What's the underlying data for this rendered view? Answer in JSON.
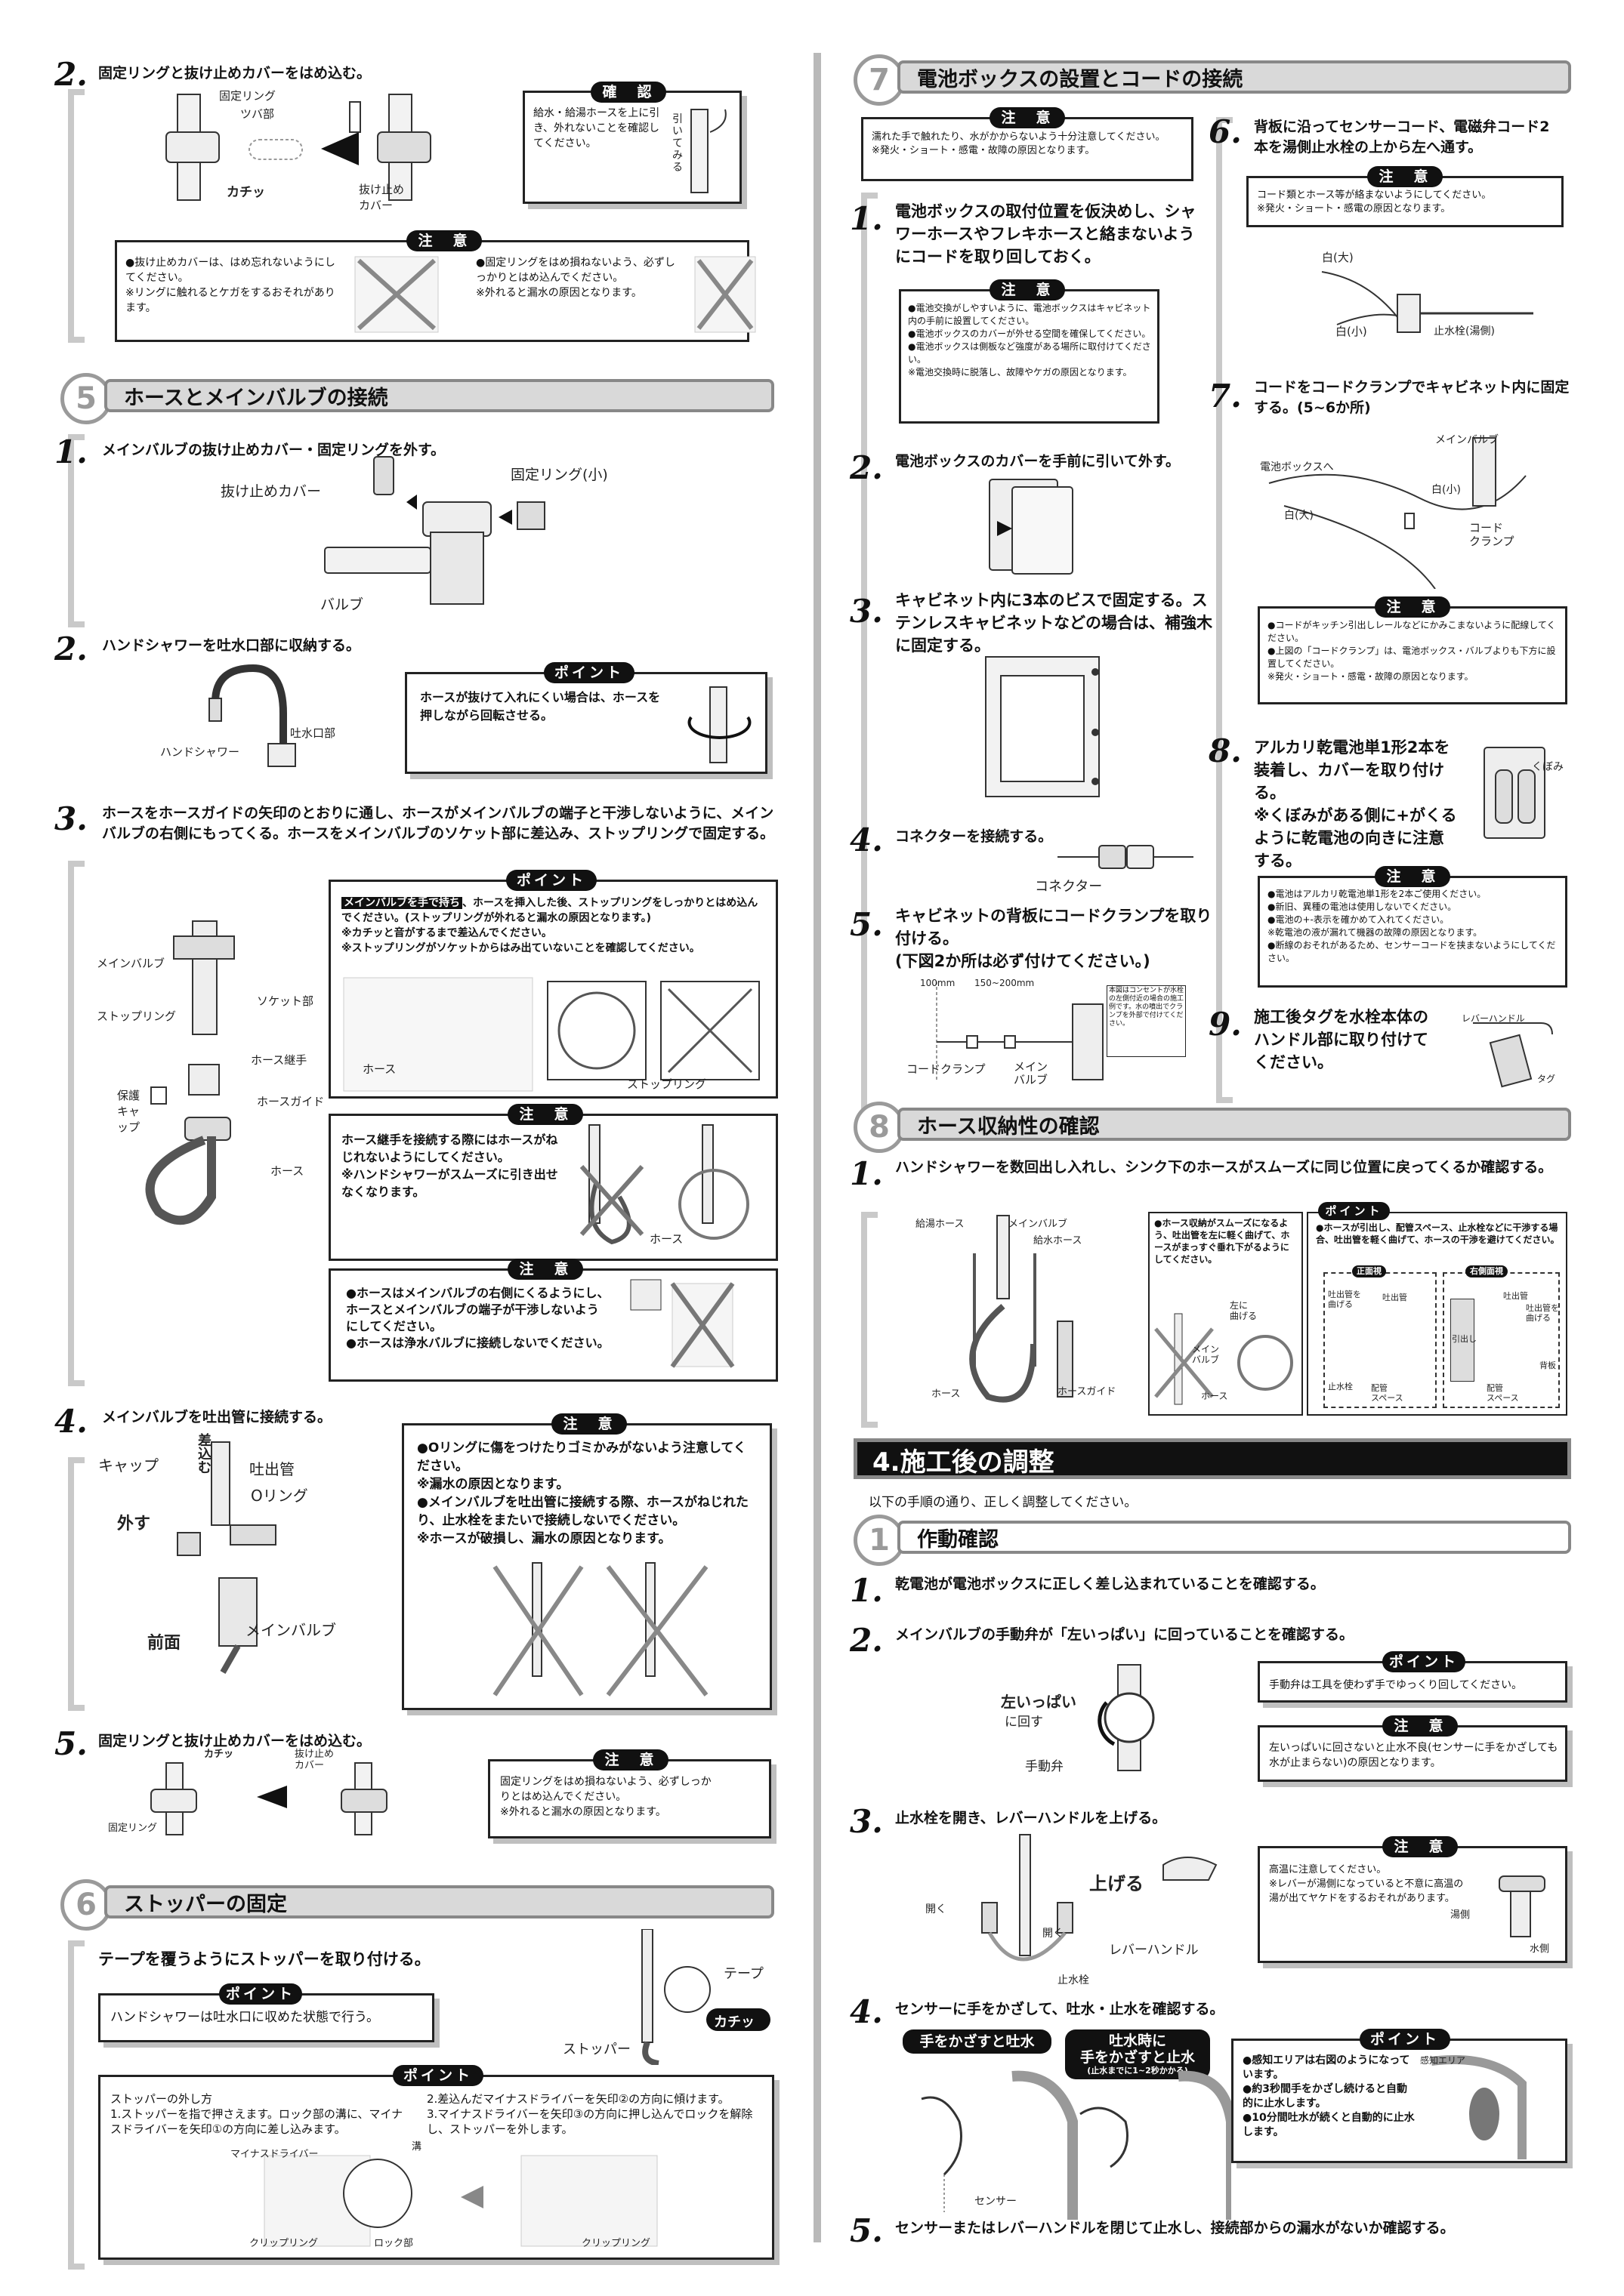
{
  "left": {
    "step_top": {
      "num": "2.",
      "text": "固定リングと抜け止めカバーをはめ込む。",
      "labels": {
        "ring": "固定リング",
        "tsuba": "ツバ部",
        "kachi": "カチッ",
        "cover": "抜け止め\nカバー"
      },
      "confirm_tag": "確　認",
      "confirm_text": "給水・給湯ホースを上に引き、外れないことを確認してください。",
      "pull_label": "引いてみる",
      "caution_tag": "注　意",
      "caution_a": "●抜け止めカバーは、はめ忘れないようにしてください。\n※リングに触れるとケガをするおそれがあります。",
      "caution_b": "●固定リングをはめ損ねないよう、必ずしっかりとはめ込んでください。\n※外れると漏水の原因となります。"
    },
    "sec5": {
      "num": "5",
      "title": "ホースとメインバルブの接続",
      "s1": {
        "num": "1.",
        "text": "メインバルブの抜け止めカバー・固定リングを外す。",
        "l1": "抜け止めカバー",
        "l2": "固定リング(小)",
        "l3": "バルブ"
      },
      "s2": {
        "num": "2.",
        "text": "ハンドシャワーを吐水口部に収納する。",
        "l1": "吐水口部",
        "l2": "ハンドシャワー",
        "point_tag": "ポイント",
        "point_text": "ホースが抜けて入れにくい場合は、ホースを押しながら回転させる。"
      },
      "s3": {
        "num": "3.",
        "text": "ホースをホースガイドの矢印のとおりに通し、ホースがメインバルブの端子と干渉しないように、メインバルブの右側にもってくる。ホースをメインバルブのソケット部に差込み、ストップリングで固定する。",
        "point_tag": "ポイント",
        "point_hl": "メインバルブを手で持ち",
        "point_text": "、ホースを挿入した後、ストップリングをしっかりとはめ込んでください。(ストップリングが外れると漏水の原因となります。)\n※カチッと音がするまで差込んでください。\n※ストップリングがソケットからはみ出ていないことを確認してください。",
        "labels": [
          "メインバルブ",
          "ソケット部",
          "ストップリング",
          "ホース継手",
          "保護キャップ",
          "ホースガイド",
          "ホース",
          "ホース",
          "ストップリング"
        ],
        "caution1_tag": "注　意",
        "caution1_text": "ホース継手を接続する際にはホースがねじれないようにしてください。\n※ハンドシャワーがスムーズに引き出せなくなります。",
        "caution1_hose": "ホース",
        "caution2_tag": "注　意",
        "caution2_text": "●ホースはメインバルブの右側にくるようにし、ホースとメインバルブの端子が干渉しないようにしてください。\n●ホースは浄水バルブに接続しないでください。"
      },
      "s4": {
        "num": "4.",
        "text": "メインバルブを吐出管に接続する。",
        "labels": {
          "cap": "キャップ",
          "insert": "差\n込\nむ",
          "pipe": "吐出管",
          "oring": "Oリング",
          "remove": "外す",
          "front": "前面",
          "valve": "メインバルブ"
        },
        "caution_tag": "注　意",
        "caution_text": "●Oリングに傷をつけたりゴミかみがないよう注意してください。\n※漏水の原因となります。\n●メインバルブを吐出管に接続する際、ホースがねじれたり、止水栓をまたいで接続しないでください。\n※ホースが破損し、漏水の原因となります。"
      },
      "s5": {
        "num": "5.",
        "text": "固定リングと抜け止めカバーをはめ込む。",
        "labels": {
          "kachi": "カチッ",
          "cover": "抜け止め\nカバー",
          "ring": "固定リング"
        },
        "confirm_tag": "注　意",
        "confirm_text": "固定リングをはめ損ねないよう、必ずしっかりとはめ込んでください。\n※外れると漏水の原因となります。"
      }
    },
    "sec6": {
      "num": "6",
      "title": "ストッパーの固定",
      "text": "テープを覆うようにストッパーを取り付ける。",
      "point1_tag": "ポイント",
      "point1_text": "ハンドシャワーは吐水口に収めた状態で行う。",
      "labels": {
        "tape": "テープ",
        "stopper": "ストッパー",
        "kachi": "カチッ"
      },
      "point2_tag": "ポイント",
      "point2_left": "ストッパーの外し方\n1.ストッパーを指で押さえます。ロック部の溝に、マイナスドライバーを矢印①の方向に差し込みます。",
      "point2_right": "2.差込んだマイナスドライバーを矢印②の方向に傾けます。\n3.マイナスドライバーを矢印③の方向に押し込んでロックを解除し、ストッパーを外します。",
      "p2labels": {
        "driver": "マイナスドライバー",
        "clip1": "クリップリング",
        "lock": "ロック部",
        "clip2": "クリップリング",
        "groove": "溝"
      }
    }
  },
  "right": {
    "sec7": {
      "num": "7",
      "title": "電池ボックスの設置とコードの接続",
      "caution_tag": "注　意",
      "caution_text": "濡れた手で触れたり、水がかからないよう十分注意してください。\n※発火・ショート・感電・故障の原因となります。",
      "s1": {
        "num": "1.",
        "text": "電池ボックスの取付位置を仮決めし、シャワーホースやフレキホースと絡まないようにコードを取り回しておく。",
        "caution_tag": "注　意",
        "caution_text": "●電池交換がしやすいように、電池ボックスはキャビネット内の手前に設置してください。\n●電池ボックスのカバーが外せる空間を確保してください。\n●電池ボックスは側板など強度がある場所に取付けてください。\n※電池交換時に脱落し、故障やケガの原因となります。"
      },
      "s2": {
        "num": "2.",
        "text": "電池ボックスのカバーを手前に引いて外す。"
      },
      "s3": {
        "num": "3.",
        "text": "キャビネット内に3本のビスで固定する。ステンレスキャビネットなどの場合は、補強木に固定する。"
      },
      "s4": {
        "num": "4.",
        "text": "コネクターを接続する。",
        "label": "コネクター"
      },
      "s5": {
        "num": "5.",
        "text": "キャビネットの背板にコードクランプを取り付ける。\n(下図2か所は必ず付けてください。)",
        "dims": [
          "100mm",
          "150~200mm"
        ],
        "labels": {
          "clamp": "コードクランプ",
          "valve": "メイン\nバルブ"
        },
        "note": "本図はコンセントが水栓の左側付近の場合の施工例です。水の噴出でクランプを外部で付けてください。"
      },
      "s6": {
        "num": "6.",
        "text": "背板に沿ってセンサーコード、電磁弁コード2本を湯側止水栓の上から左へ通す。",
        "caution_tag": "注　意",
        "caution_text": "コード類とホース等が絡まないようにしてください。\n※発火・ショート・感電の原因となります。",
        "labels": {
          "big": "白(大)",
          "small": "白(小)",
          "stop": "止水栓(湯側)"
        }
      },
      "s7": {
        "num": "7.",
        "text": "コードをコードクランプでキャビネット内に固定する。(5~6か所)",
        "labels": {
          "valve": "メインバルブ",
          "box": "電池ボックスへ",
          "small": "白(小)",
          "big": "白(大)",
          "clamp": "コード\nクランプ"
        },
        "caution_tag": "注　意",
        "caution_text": "●コードがキッチン引出しレールなどにかみこまないように配線してください。\n●上図の「コードクランプ」は、電池ボックス・バルブよりも下方に設置してください。\n※発火・ショート・感電・故障の原因となります。"
      },
      "s8": {
        "num": "8.",
        "text": "アルカリ乾電池単1形2本を装着し、カバーを取り付ける。\n※くぼみがある側に+がくるように乾電池の向きに注意する。",
        "label": "くぼみ",
        "caution_tag": "注　意",
        "caution_text": "●電池はアルカリ乾電池単1形を2本ご使用ください。\n●新旧、異種の電池は使用しないでください。\n●電池の+-表示を確かめて入れてください。\n※乾電池の液が漏れて機器の故障の原因となります。\n●断線のおそれがあるため、センサーコードを挟まないようにしてください。"
      },
      "s9": {
        "num": "9.",
        "text": "施工後タグを水栓本体のハンドル部に取り付けてください。",
        "labels": {
          "lever": "レバーハンドル",
          "tag": "タグ"
        }
      }
    },
    "sec8": {
      "num": "8",
      "title": "ホース収納性の確認",
      "s1": {
        "num": "1.",
        "text": "ハンドシャワーを数回出し入れし、シンク下のホースがスムーズに同じ位置に戻ってくるか確認する。",
        "labels": {
          "hot": "給湯ホース",
          "valve": "メインバルブ",
          "cold": "給水ホース",
          "hose": "ホース",
          "guide": "ホースガイド",
          "left": "左に\n曲げる",
          "mv": "メイン\nバルブ",
          "hose2": "ホース"
        },
        "note": "●ホース収納がスムーズになるよう、吐出管を左に軽く曲げて、ホースがまっすぐ垂れ下がるようにしてください。",
        "point_tag": "ポイント",
        "point_text": "●ホースが引出し、配管スペース、止水栓などに干渉する場合、吐出管を軽く曲げて、ホースの干渉を避けてください。",
        "views": {
          "front": "正面視",
          "right": "右側面視",
          "bend1": "吐出管を\n曲げる",
          "pipe1": "吐出管",
          "stop": "止水栓",
          "space1": "配管\nスペース",
          "pipe2": "吐出管",
          "bend2": "吐出管を\n曲げる",
          "drawer": "引出し",
          "back": "背板",
          "space2": "配管\nスペース"
        }
      }
    },
    "part4": {
      "title": "4.施工後の調整",
      "intro": "以下の手順の通り、正しく調整してください。"
    },
    "sec1": {
      "num": "1",
      "title": "作動確認",
      "s1": {
        "num": "1.",
        "text": "乾電池が電池ボックスに正しく差し込まれていることを確認する。"
      },
      "s2": {
        "num": "2.",
        "text": "メインバルブの手動弁が「左いっぱい」に回っていることを確認する。",
        "labels": {
          "left": "左いっぱい",
          "turn": "に回す",
          "valve": "手動弁"
        },
        "point_tag": "ポイント",
        "point_text": "手動弁は工具を使わず手でゆっくり回してください。",
        "caution_tag": "注　意",
        "caution_text": "左いっぱいに回さないと止水不良(センサーに手をかざしても水が止まらない)の原因となります。"
      },
      "s3": {
        "num": "3.",
        "text": "止水栓を開き、レバーハンドルを上げる。",
        "labels": {
          "open1": "開く",
          "open2": "開く",
          "stop": "止水栓",
          "up": "上げる",
          "lever": "レバーハンドル"
        },
        "caution_tag": "注　意",
        "caution_text": "高温に注意してください。\n※レバーが湯側になっていると不意に高温の湯が出てヤケドをするおそれがあります。",
        "hot": "湯側",
        "cold": "水側"
      },
      "s4": {
        "num": "4.",
        "text": "センサーに手をかざして、吐水・止水を確認する。",
        "badge1": "手をかざすと吐水",
        "badge2": "吐水時に\n手をかざすと止水",
        "badge2_sub": "(止水までに1~2秒かかる)",
        "sensor": "センサー",
        "point_tag": "ポイント",
        "point_text": "●感知エリアは右図のようになっています。\n●約3秒間手をかざし続けると自動的に止水します。\n●10分間吐水が続くと自動的に止水します。",
        "area": "感知エリア"
      },
      "s5": {
        "num": "5.",
        "text": "センサーまたはレバーハンドルを閉じて止水し、接続部からの漏水がないか確認する。"
      }
    }
  }
}
